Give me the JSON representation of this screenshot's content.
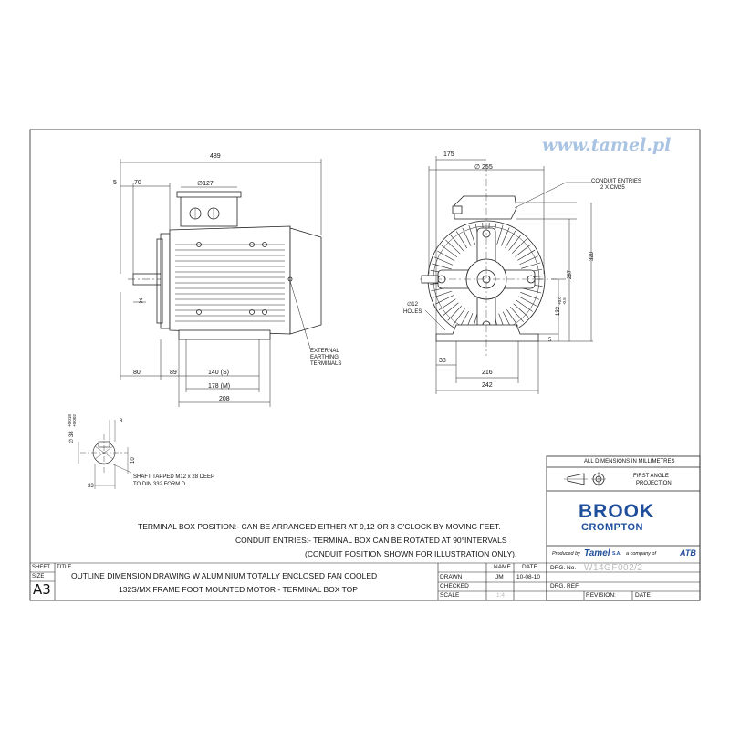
{
  "watermark": "www.tamel.pl",
  "front_view": {
    "overall_length": "489",
    "dim_5": "5",
    "dim_70": "70",
    "conduit_dia": "∅127",
    "x_label": "X",
    "dim_80": "80",
    "dim_89": "89",
    "dim_140": "140 (S)",
    "dim_178": "178 (M)",
    "dim_208": "208",
    "earthing_note": [
      "EXTERNAL",
      "EARTHING",
      "TERMINALS"
    ]
  },
  "end_view": {
    "dim_175": "175",
    "flange_dia": "∅ 255",
    "conduit_entries": [
      "CONDUIT ENTRIES",
      "2 X CM25"
    ],
    "dim_320": "320",
    "dim_287": "287",
    "shaft_height": "132",
    "shaft_height_tol_upper": "+0.0",
    "shaft_height_tol_lower": "-0.5",
    "dim_5": "5",
    "holes_note": [
      "∅12",
      "HOLES"
    ],
    "dim_38": "38",
    "dim_216": "216",
    "dim_242": "242"
  },
  "shaft_detail": {
    "shaft_dia": "∅ 38",
    "tol_upper": "+0.018",
    "tol_lower": "+0.002",
    "dim_8": "8",
    "dim_10": "10",
    "dim_33": "33",
    "tapped_note": [
      "SHAFT TAPPED M12 x 28 DEEP",
      "TO DIN 332 FORM D"
    ]
  },
  "notes": {
    "terminal_box_position": "TERMINAL BOX POSITION:- CAN BE ARRANGED EITHER AT 9,12 OR 3 O'CLOCK  BY MOVING FEET.",
    "conduit_entries_line1": "CONDUIT ENTRIES:- TERMINAL BOX CAN BE ROTATED AT 90°INTERVALS",
    "conduit_entries_line2": "(CONDUIT POSITION SHOWN FOR ILLUSTRATION ONLY)."
  },
  "dimension_box": {
    "all_dimensions": "ALL DIMENSIONS IN MILLIMETRES",
    "projection": [
      "FIRST ANGLE",
      "PROJECTION"
    ]
  },
  "brand": {
    "brook": "BROOK",
    "crompton": "CROMPTON",
    "produced_by": "Produced by",
    "tamel": "Tamel",
    "tamel_sa": "S.A.",
    "company_of": "a company of",
    "atb": "ATB",
    "brand_color": "#1f4f9c"
  },
  "title_block": {
    "sheet_label": "SHEET",
    "size_label": "SIZE",
    "size_value": "A3",
    "title_label": "TITLE",
    "title_line1": "OUTLINE DIMENSION DRAWING W ALUMINIUM TOTALLY ENCLOSED FAN COOLED",
    "title_line2": "132S/MX FRAME FOOT MOUNTED MOTOR - TERMINAL BOX TOP",
    "name_header": "NAME",
    "date_header": "DATE",
    "drawn_label": "DRAWN",
    "drawn_name": "JM",
    "drawn_date": "10-08-10",
    "checked_label": "CHECKED",
    "approved_label": "",
    "scale_label": "SCALE",
    "scale_value": "1:4",
    "drg_no_label": "DRG. No.",
    "drg_no_value": "W14GF002/2",
    "drg_ref_label": "DRG. REF.",
    "revision_label": "REVISION:",
    "date_label": "DATE"
  }
}
